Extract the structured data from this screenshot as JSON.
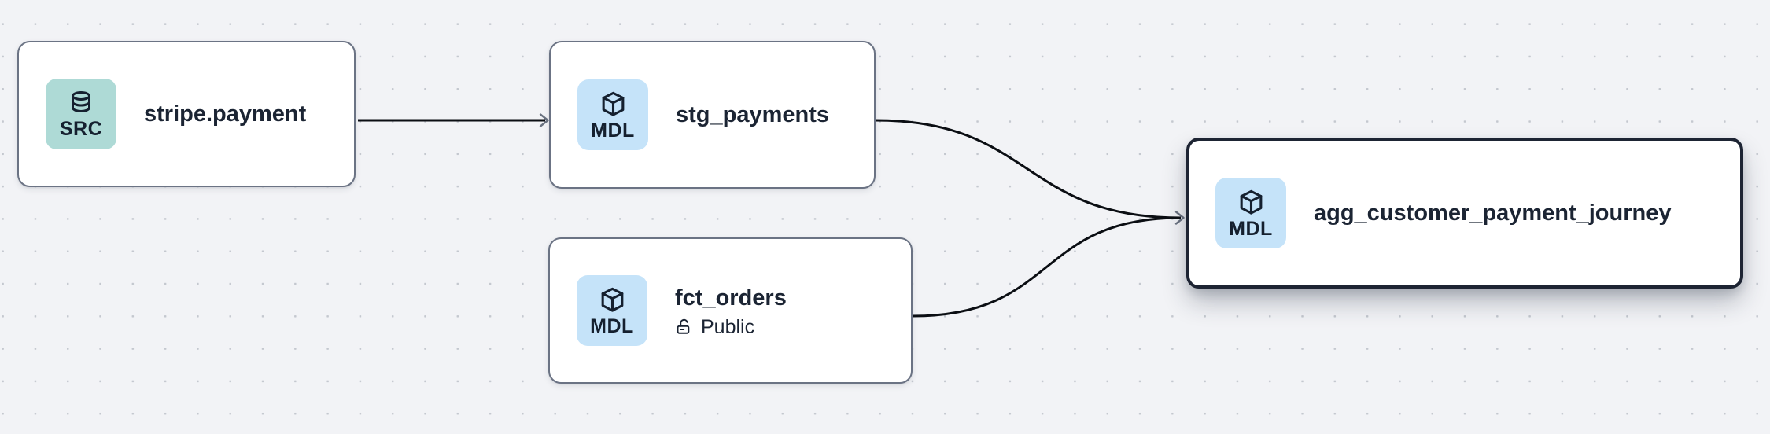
{
  "canvas": {
    "background_color": "#f2f3f6",
    "dot_color": "#c4c8cf"
  },
  "colors": {
    "source_badge": "#aedad6",
    "model_badge": "#c5e3f9",
    "node_border": "#6b7384",
    "selected_node_border": "#1d2433",
    "text": "#1b2433",
    "edge": "#0b0e13"
  },
  "nodes": [
    {
      "title": "stripe.payment",
      "badge": "SRC",
      "type": "source",
      "selected": false
    },
    {
      "title": "stg_payments",
      "badge": "MDL",
      "type": "model",
      "selected": false
    },
    {
      "title": "fct_orders",
      "badge": "MDL",
      "type": "model",
      "access": "Public",
      "selected": false
    },
    {
      "title": "agg_customer_payment_journey",
      "badge": "MDL",
      "type": "model",
      "selected": true
    }
  ],
  "edges": [
    {
      "source": "stripe.payment",
      "target": "stg_payments"
    },
    {
      "source": "stg_payments",
      "target": "agg_customer_payment_journey"
    },
    {
      "source": "fct_orders",
      "target": "agg_customer_payment_journey"
    }
  ]
}
